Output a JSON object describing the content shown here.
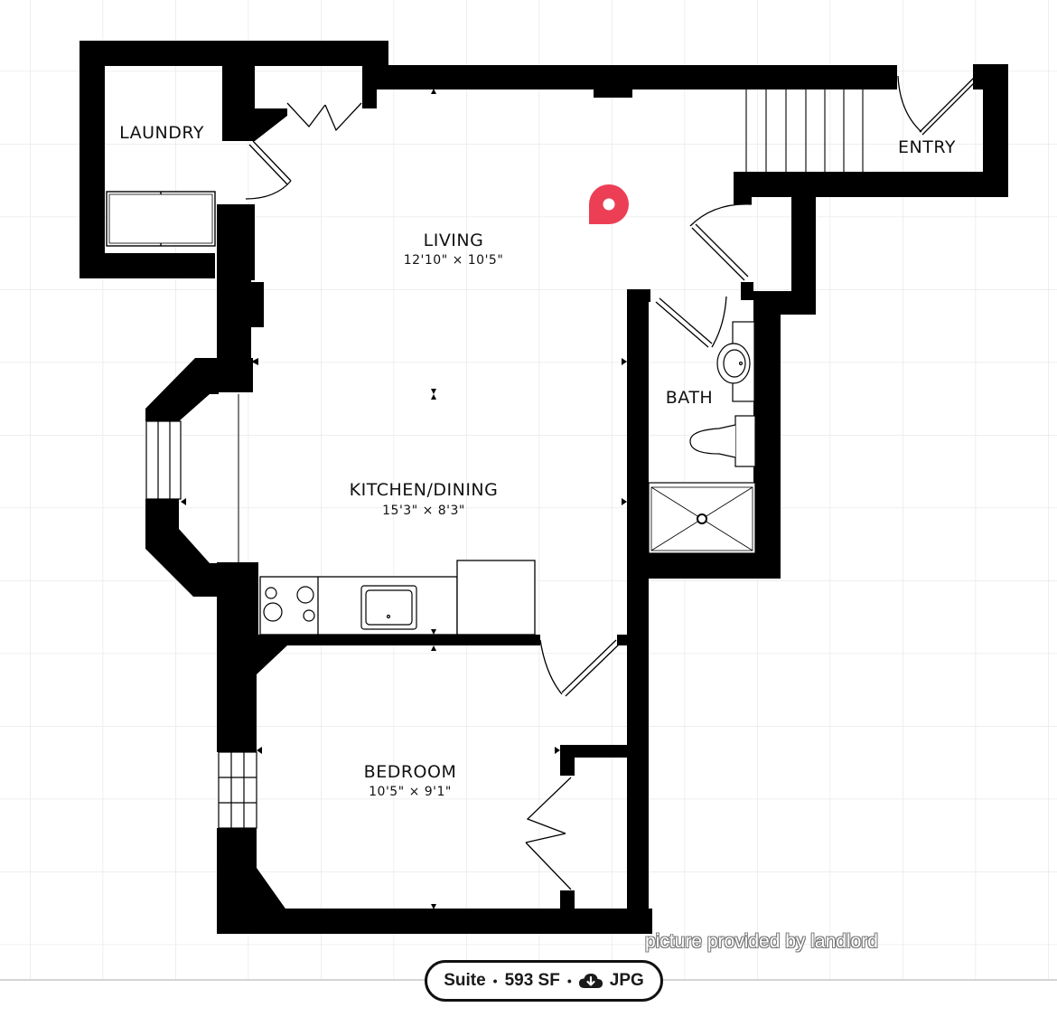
{
  "rooms": {
    "laundry": {
      "name": "LAUNDRY"
    },
    "entry": {
      "name": "ENTRY"
    },
    "living": {
      "name": "LIVING",
      "dims": "12'10\" × 10'5\""
    },
    "bath": {
      "name": "BATH"
    },
    "kitchen": {
      "name": "KITCHEN/DINING",
      "dims": "15'3\" × 8'3\""
    },
    "bedroom": {
      "name": "BEDROOM",
      "dims": "10'5\" × 9'1\""
    }
  },
  "watermark": "picture provided by landlord",
  "info_bar": {
    "suite_label": "Suite",
    "area": "593 SF",
    "separator": "•",
    "format_label": "JPG"
  },
  "colors": {
    "wall": "#000000",
    "grid": "#e9e9e9",
    "location_pin": "#ec3f55",
    "background": "#ffffff"
  },
  "icons": {
    "location_marker": "location-pin-icon",
    "download": "cloud-download-icon"
  }
}
